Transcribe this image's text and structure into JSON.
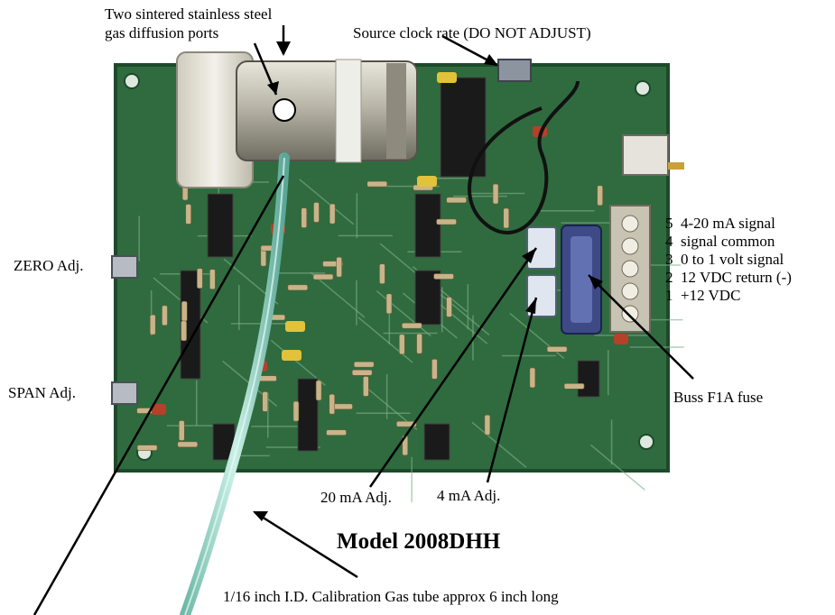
{
  "labels": {
    "diffusion_ports_line1": "Two sintered stainless steel",
    "diffusion_ports_line2": "gas diffusion ports",
    "source_clock": "Source clock rate (DO NOT ADJUST)",
    "zero_adj": "ZERO Adj.",
    "span_adj": "SPAN Adj.",
    "fuse": "Buss F1A fuse",
    "adj_20ma": "20 mA Adj.",
    "adj_4ma": "4 mA Adj.",
    "model": "Model 2008DHH",
    "cal_tube": "1/16 inch I.D. Calibration Gas tube approx 6 inch long"
  },
  "terminals": [
    {
      "num": "5",
      "label": "4-20 mA signal"
    },
    {
      "num": "4",
      "label": "signal common"
    },
    {
      "num": "3",
      "label": "0 to 1 volt signal"
    },
    {
      "num": "2",
      "label": "12 VDC return (-)"
    },
    {
      "num": "1",
      "label": "+12 VDC"
    }
  ],
  "colors": {
    "pcb": "#2f6b3e",
    "pcb_dark": "#1d4a2a",
    "trace": "#7fb08a",
    "component_dark": "#1a1a1a",
    "resistor": "#c9b48a",
    "capacitor_red": "#b5412a",
    "capacitor_yellow": "#e1c23a",
    "sensor_metal": "#b9b6a8",
    "tube": "#8fd3c3"
  }
}
